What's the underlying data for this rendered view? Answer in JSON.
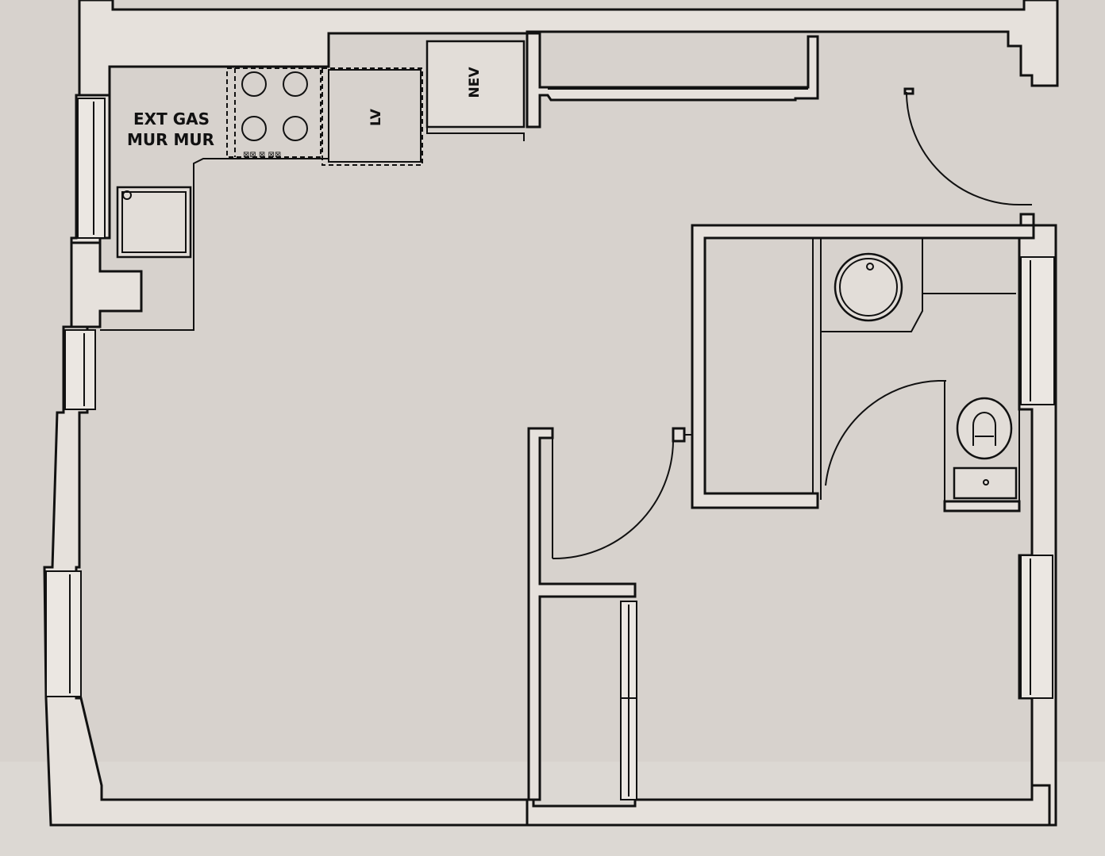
{
  "plan": {
    "labels": {
      "ext_gas_line1": "EXT GAS",
      "ext_gas_line2": "MUR MUR",
      "lv": "LV",
      "nev": "NEV"
    },
    "colors": {
      "paper": "#d7d2cd",
      "wall_fill": "#e6e1dc",
      "line": "#111111"
    }
  }
}
